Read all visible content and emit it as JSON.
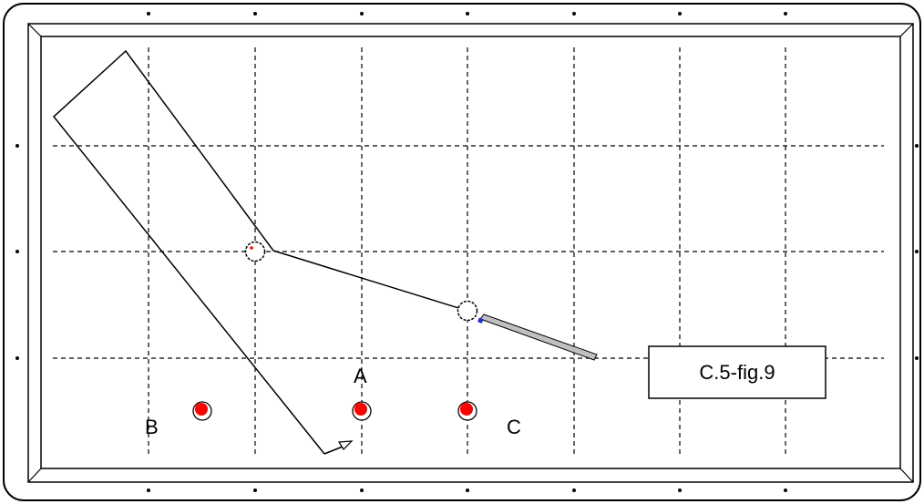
{
  "figure_label": "C.5-fig.9",
  "ball_labels": {
    "a": "A",
    "b": "B",
    "c": "C"
  },
  "colors": {
    "outline": "#000000",
    "table_fill": "#ffffff",
    "ball_red": "#ff0000",
    "cue_body": "#c0c0c0",
    "cue_tip": "#1f2fd0"
  }
}
